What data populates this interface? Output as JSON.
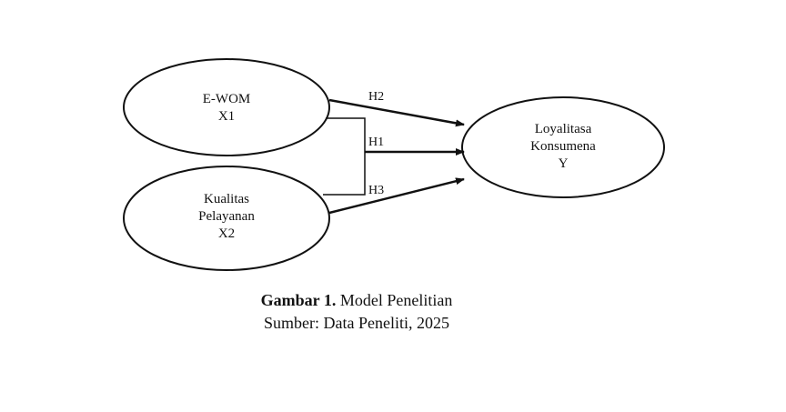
{
  "nodes": {
    "x1": {
      "line1": "E-WOM",
      "line2": "X1"
    },
    "x2": {
      "line1": "Kualitas",
      "line2": "Pelayanan",
      "line3": "X2"
    },
    "y": {
      "line1": "Loyalitasa",
      "line2": "Konsumena",
      "line3": "Y"
    }
  },
  "edges": {
    "h1": "H1",
    "h2": "H2",
    "h3": "H3"
  },
  "caption": {
    "bold": "Gambar 1.",
    "title": " Model Penelitian",
    "source": "Sumber: Data Peneliti, 2025"
  }
}
